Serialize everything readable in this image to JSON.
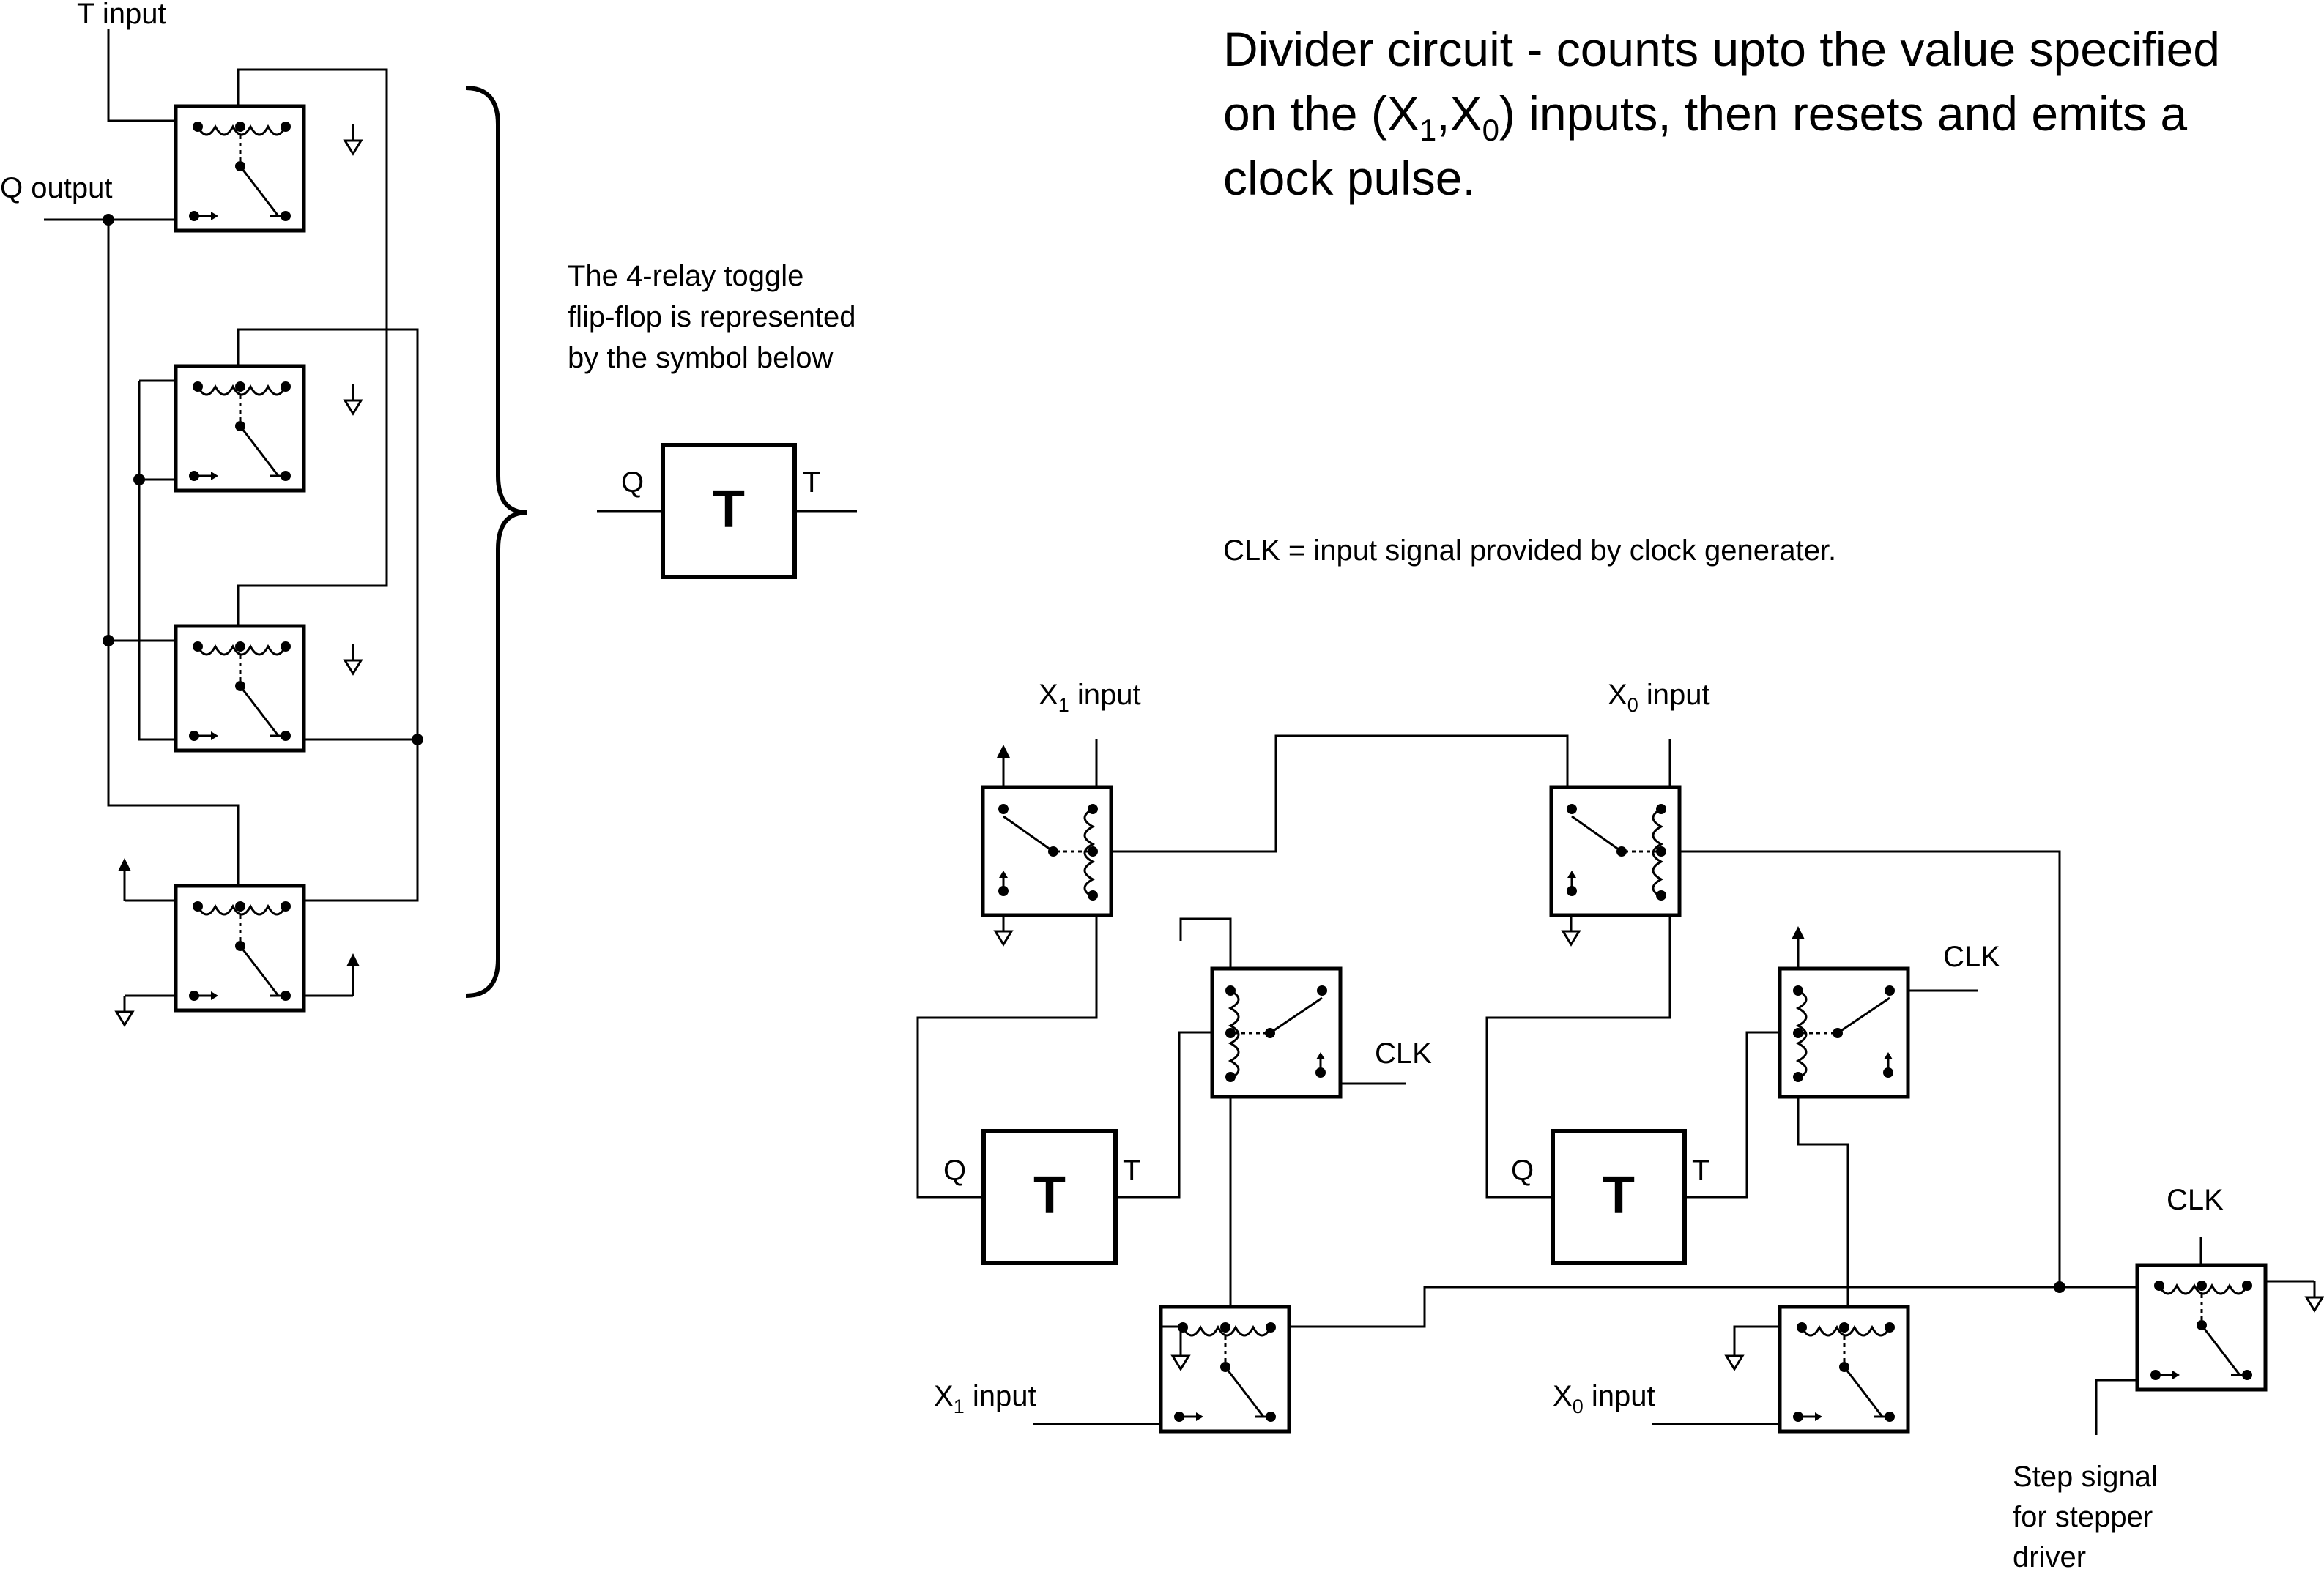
{
  "title": {
    "line1": "Divider circuit - counts upto the value specified",
    "line2_pre": "on the (X",
    "line2_sub1": "1",
    "line2_mid": ",X",
    "line2_sub0": "0",
    "line2_post": ") inputs, then resets and emits a",
    "line3": "clock pulse."
  },
  "clk_note": "CLK = input signal provided by clock generater.",
  "flipflop_note": {
    "line1": "The 4-relay toggle",
    "line2": "flip-flop is represented",
    "line3": "by the symbol below"
  },
  "labels": {
    "t_input": "T input",
    "q_output": "Q output",
    "q": "Q",
    "t": "T",
    "t_symbol": "T",
    "x_input_base": "X",
    "x1_sub": "1",
    "x0_sub": "0",
    "input_word": " input",
    "clk": "CLK",
    "step_line1": "Step signal",
    "step_line2": "for stepper",
    "step_line3": "driver"
  }
}
